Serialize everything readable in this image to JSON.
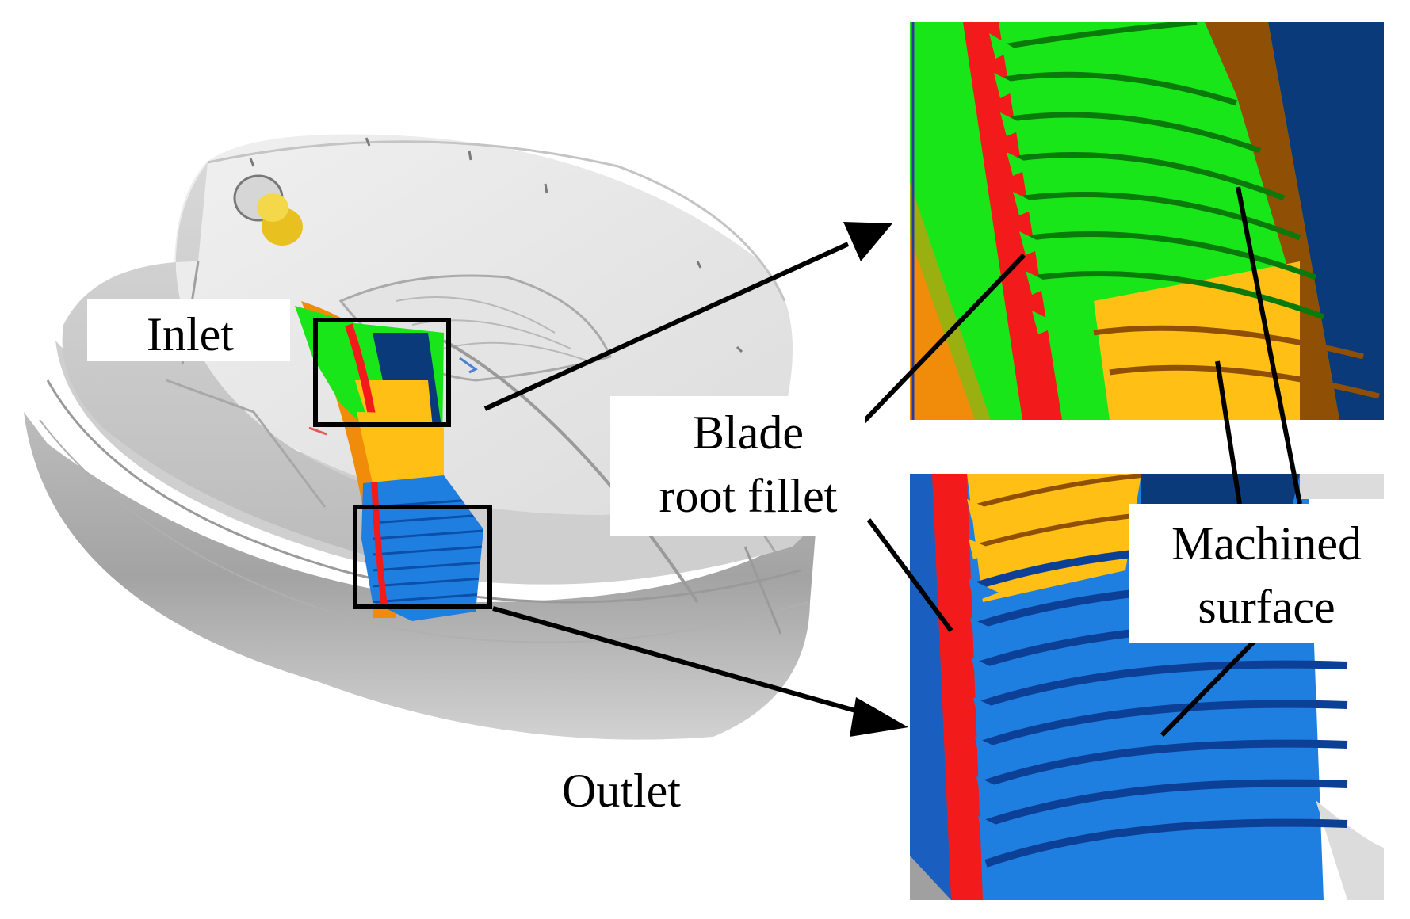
{
  "labels": {
    "inlet": "Inlet",
    "outlet": "Outlet",
    "blade_root_fillet_line1": "Blade",
    "blade_root_fillet_line2": "root fillet",
    "machined_surface_line1": "Machined",
    "machined_surface_line2": "surface"
  },
  "colors": {
    "housing": "#e6e6e6",
    "flank_machined": "#1f7fe0",
    "fillet": "#f21a1a",
    "green_region": "#19e619",
    "yellow_region": "#ffbf14",
    "orange_region": "#f08c0a",
    "brown_region": "#8f5006",
    "navy_region": "#0a3a7a"
  },
  "icons": {
    "arrow_to_inlet_zoom": "arrowhead",
    "arrow_to_outlet_zoom": "arrowhead"
  }
}
